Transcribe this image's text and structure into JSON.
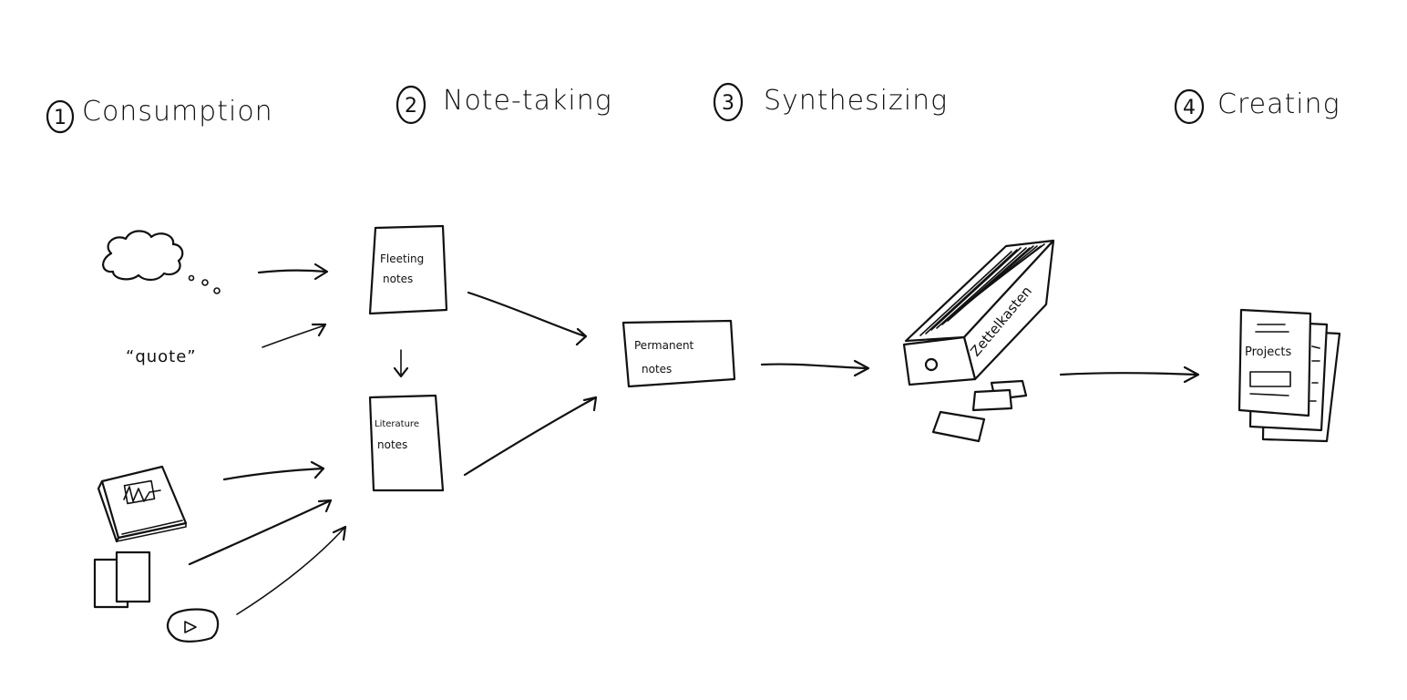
{
  "title": "Note-taking workflow",
  "colors": {
    "ink": "#111111",
    "background": "#ffffff"
  },
  "stages": [
    {
      "number": "1",
      "label": "Consumption"
    },
    {
      "number": "2",
      "label": "Note-taking"
    },
    {
      "number": "3",
      "label": "Synthesizing"
    },
    {
      "number": "4",
      "label": "Creating"
    }
  ],
  "sources": {
    "thought": {
      "icon": "thought-cloud-icon"
    },
    "quote": {
      "label": "“quote”"
    },
    "book": {
      "icon": "book-icon"
    },
    "articles": {
      "icon": "documents-icon"
    },
    "video": {
      "icon": "play-video-icon"
    }
  },
  "notes": {
    "fleeting": {
      "line1": "Fleeting",
      "line2": "notes"
    },
    "literature": {
      "line1": "Literature",
      "line2": "notes"
    },
    "permanent": {
      "line1": "Permanent",
      "line2": "notes"
    }
  },
  "zettelkasten": {
    "label": "Zettelkasten"
  },
  "projects": {
    "label": "Projects"
  },
  "edges": [
    {
      "from": "thought",
      "to": "fleeting-notes"
    },
    {
      "from": "quote",
      "to": "fleeting-notes"
    },
    {
      "from": "fleeting-notes",
      "to": "literature-notes"
    },
    {
      "from": "book",
      "to": "literature-notes"
    },
    {
      "from": "articles",
      "to": "literature-notes"
    },
    {
      "from": "video",
      "to": "literature-notes"
    },
    {
      "from": "fleeting-notes",
      "to": "permanent-notes"
    },
    {
      "from": "literature-notes",
      "to": "permanent-notes"
    },
    {
      "from": "permanent-notes",
      "to": "zettelkasten"
    },
    {
      "from": "zettelkasten",
      "to": "projects"
    }
  ]
}
